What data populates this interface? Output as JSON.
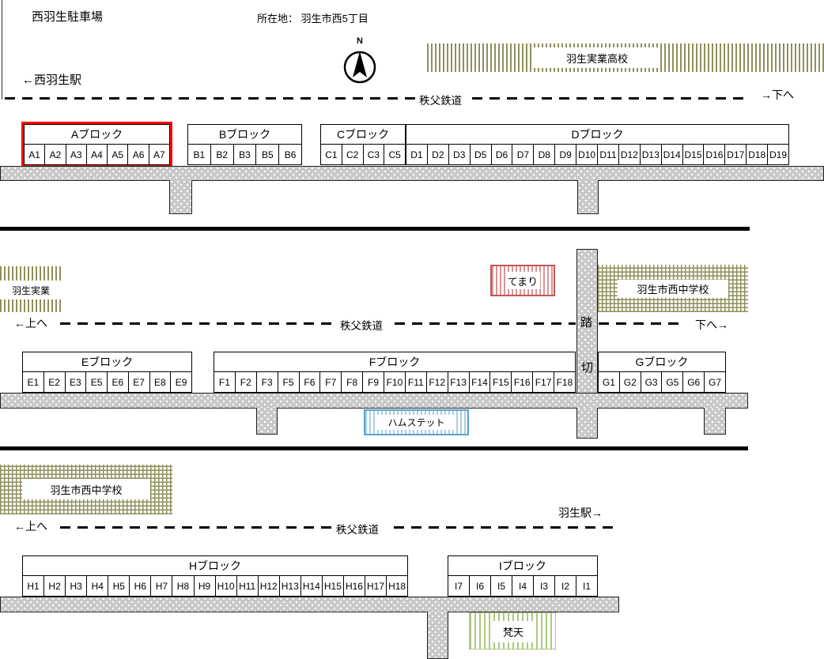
{
  "page": {
    "title": "西羽生駐車場",
    "location": "所在地： 羽生市西5丁目",
    "compass_n": "N"
  },
  "railways": {
    "row1": {
      "label": "秩父鉄道",
      "right": "→下へ",
      "station_left": "←西羽生駅"
    },
    "row2": {
      "label": "秩父鉄道",
      "left": "←上へ",
      "right": "下へ→"
    },
    "row3": {
      "label": "秩父鉄道",
      "left": "←上へ",
      "station_right": "羽生駅→"
    }
  },
  "crossing": {
    "char_top": "踏",
    "char_bottom": "切"
  },
  "landmarks": {
    "school_top": "羽生実業高校",
    "jitsugyo": "羽生実業",
    "temari": "てまり",
    "school_mid": "羽生市西中学校",
    "hamstet": "ハムステット",
    "school_bottom": "羽生市西中学校",
    "bonten": "梵天"
  },
  "colors": {
    "highlight_border": "#ff0000",
    "olive_hatch": "#8f8f5d",
    "red_hatch": "#c05858",
    "blue_hatch": "#5ba3c9",
    "green_hatch": "#aec87f",
    "road_gray": "#c8c8c8"
  },
  "blocks": [
    {
      "id": "A",
      "label": "Aブロック",
      "highlight": true,
      "cells": [
        "A1",
        "A2",
        "A3",
        "A4",
        "A5",
        "A6",
        "A7"
      ]
    },
    {
      "id": "B",
      "label": "Bブロック",
      "cells": [
        "B1",
        "B2",
        "B3",
        "B5",
        "B6"
      ]
    },
    {
      "id": "C",
      "label": "Cブロック",
      "cells": [
        "C1",
        "C2",
        "C3",
        "C5"
      ]
    },
    {
      "id": "D",
      "label": "Dブロック",
      "cells": [
        "D1",
        "D2",
        "D3",
        "D5",
        "D6",
        "D7",
        "D8",
        "D9",
        "D10",
        "D11",
        "D12",
        "D13",
        "D14",
        "D15",
        "D16",
        "D17",
        "D18",
        "D19"
      ]
    },
    {
      "id": "E",
      "label": "Eブロック",
      "cells": [
        "E1",
        "E2",
        "E3",
        "E5",
        "E6",
        "E7",
        "E8",
        "E9"
      ]
    },
    {
      "id": "F",
      "label": "Fブロック",
      "cells": [
        "F1",
        "F2",
        "F3",
        "F5",
        "F6",
        "F7",
        "F8",
        "F9",
        "F10",
        "F11",
        "F12",
        "F13",
        "F14",
        "F15",
        "F16",
        "F17",
        "F18"
      ]
    },
    {
      "id": "G",
      "label": "Gブロック",
      "cells": [
        "G1",
        "G2",
        "G3",
        "G5",
        "G6",
        "G7"
      ]
    },
    {
      "id": "H",
      "label": "Hブロック",
      "cells": [
        "H1",
        "H2",
        "H3",
        "H4",
        "H5",
        "H6",
        "H7",
        "H8",
        "H9",
        "H10",
        "H11",
        "H12",
        "H13",
        "H14",
        "H15",
        "H16",
        "H17",
        "H18"
      ]
    },
    {
      "id": "I",
      "label": "Iブロック",
      "cells": [
        "I7",
        "I6",
        "I5",
        "I4",
        "I3",
        "I2",
        "I1"
      ]
    }
  ]
}
